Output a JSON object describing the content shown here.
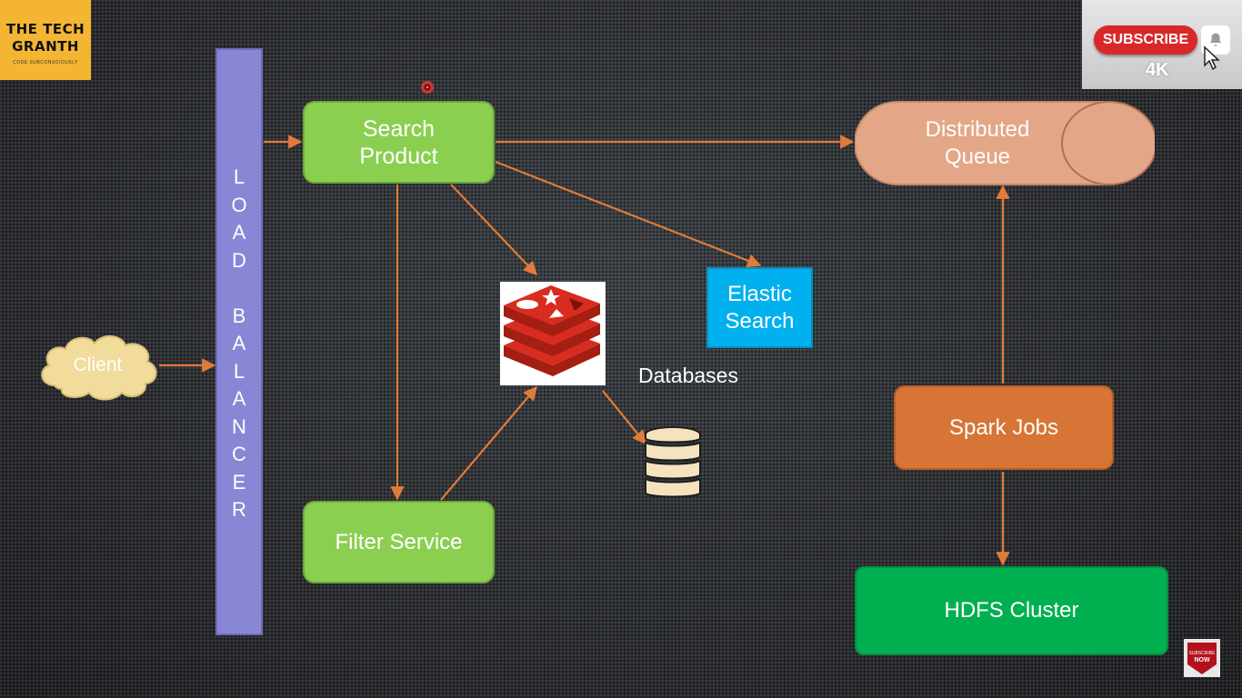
{
  "branding": {
    "logo_line1": "THE TECH",
    "logo_line2": "GRANTH",
    "logo_tagline": "CODE SUBCONSCIOUSLY",
    "subscribe_label": "SUBSCRIBE",
    "quality_badge": "4K",
    "subscribe_now_line1": "SUBSCRIBE",
    "subscribe_now_line2": "NOW"
  },
  "nodes": {
    "client": "Client",
    "load_balancer": [
      "L",
      "O",
      "A",
      "D",
      "",
      "B",
      "A",
      "L",
      "A",
      "N",
      "C",
      "E",
      "R"
    ],
    "search_product": "Search\nProduct",
    "filter_service": "Filter Service",
    "elastic_search": "Elastic\nSearch",
    "databases": "Databases",
    "distributed_queue": "Distributed\nQueue",
    "spark_jobs": "Spark Jobs",
    "hdfs_cluster": "HDFS Cluster"
  },
  "colors": {
    "arrow": "#e07b39",
    "load_balancer": "#8a86d6",
    "service_green": "#8bcf51",
    "elastic_blue": "#00b0ef",
    "queue_peach": "#e3a686",
    "spark_orange": "#d77536",
    "hdfs_green": "#00b050",
    "redis_red": "#d82c20",
    "cloud_yellow": "#f2dc9b",
    "db_tan": "#f5e3bf"
  },
  "icons": {
    "cache": "redis-logo-icon",
    "database": "database-stack-icon",
    "client": "cloud-icon",
    "subscribe": "bell-icon"
  }
}
